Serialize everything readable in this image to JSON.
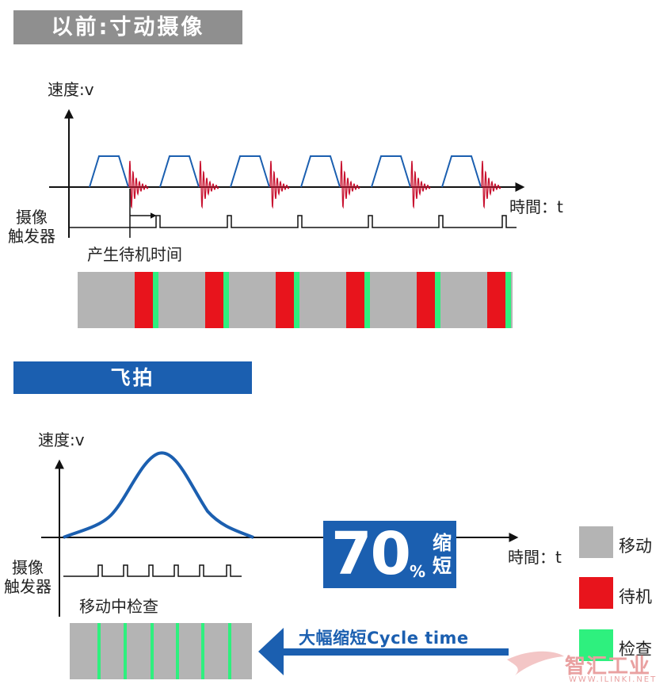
{
  "top": {
    "banner": "以前:寸动摄像",
    "y_label": "速度:v",
    "x_label": "時間：t",
    "trigger_label": [
      "摄像",
      "触发器"
    ],
    "note": "产生待机时间"
  },
  "bottom": {
    "banner": "飞拍",
    "y_label": "速度:v",
    "x_label": "時間：t",
    "trigger_label": [
      "摄像",
      "触发器"
    ],
    "note": "移动中检查"
  },
  "reduction": {
    "number": "70",
    "percent": "%",
    "word": "缩短"
  },
  "arrow_text": "大幅缩短Cycle time",
  "legend": [
    {
      "label": "移动",
      "color": "#b4b4b4"
    },
    {
      "label": "待机",
      "color": "#e8141c"
    },
    {
      "label": "检查",
      "color": "#2ef07e"
    }
  ],
  "watermark": {
    "cn": "智汇工业",
    "en": "WWW.ILINKI.NET"
  },
  "colors": {
    "move": "#b4b4b4",
    "wait": "#e8141c",
    "check": "#2ef07e",
    "blue": "#1b5fb0",
    "axis": "#111111",
    "vibration": "#c8102e"
  }
}
